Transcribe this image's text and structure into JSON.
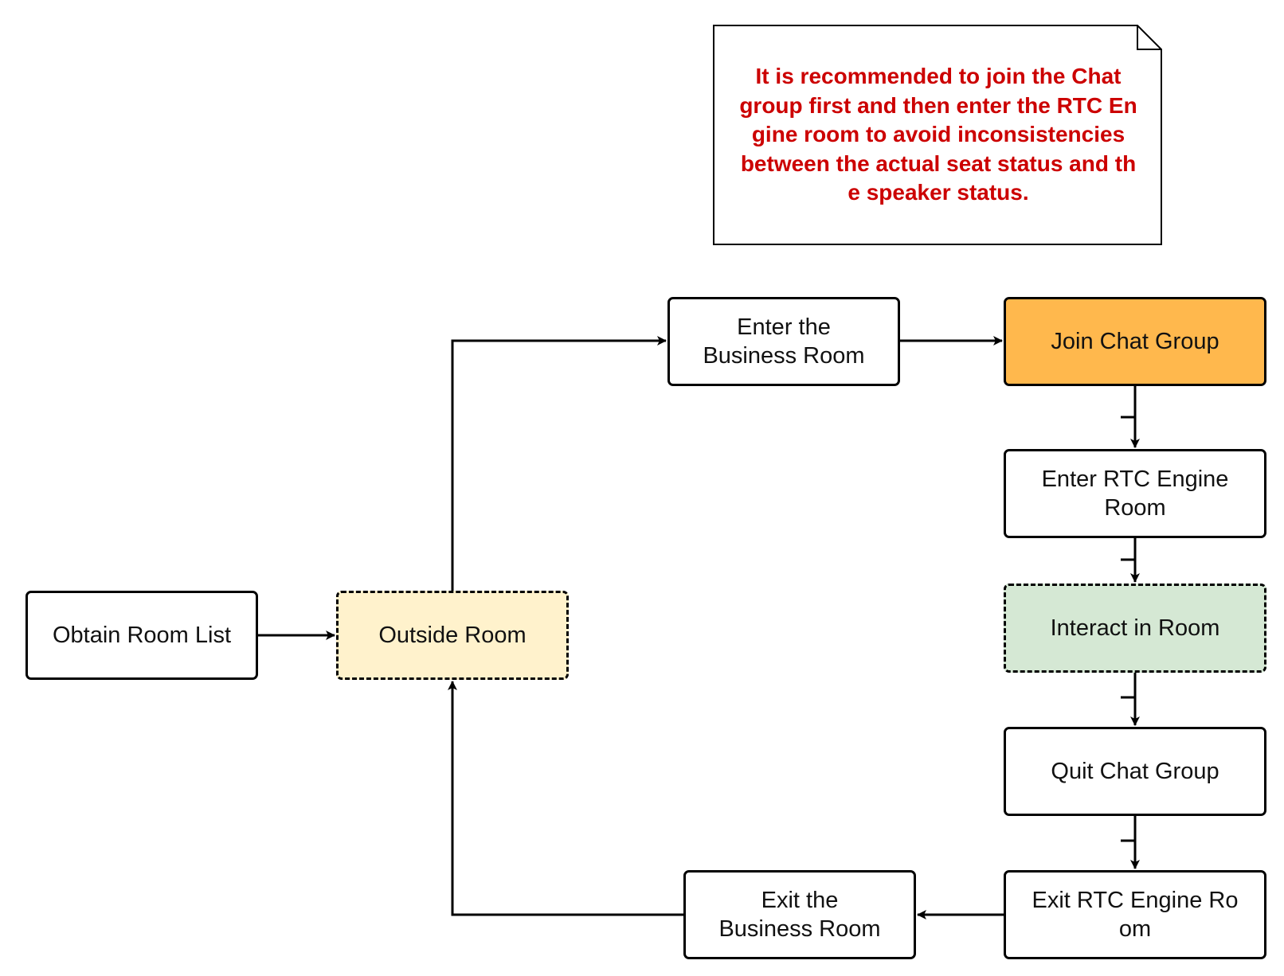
{
  "colors": {
    "line": "#000000",
    "outside_room_fill": "#fff2cc",
    "join_chat_fill": "#ffb84d",
    "interact_fill": "#d5e8d4",
    "note_text": "#cc0000"
  },
  "note": {
    "text": "It is recommended to join the Chat\ngroup first and then enter the RTC En\ngine room to avoid inconsistencies\nbetween the actual seat status and th\ne speaker status."
  },
  "nodes": {
    "obtain_room_list": "Obtain Room List",
    "outside_room": "Outside Room",
    "enter_business_room": "Enter the\nBusiness Room",
    "join_chat_group": "Join Chat Group",
    "enter_rtc_engine_room": "Enter RTC Engine\nRoom",
    "interact_in_room": "Interact in Room",
    "quit_chat_group": "Quit Chat Group",
    "exit_rtc_engine_room": "Exit RTC Engine Ro\nom",
    "exit_business_room": "Exit the\nBusiness Room"
  }
}
